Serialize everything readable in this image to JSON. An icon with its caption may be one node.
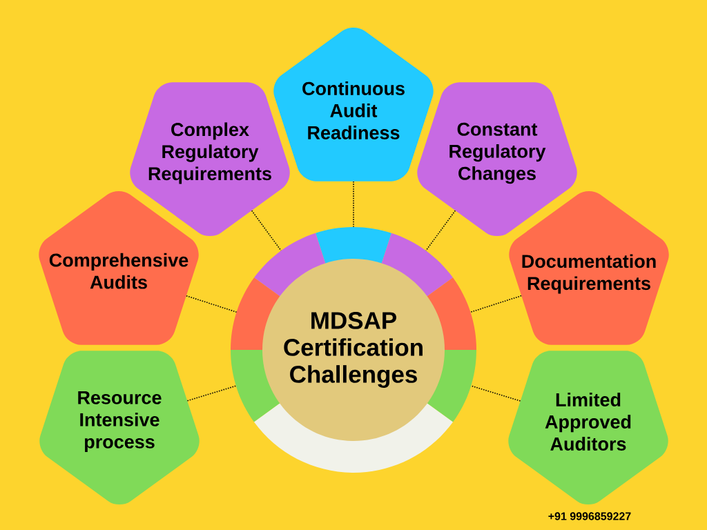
{
  "diagram": {
    "nodes": [
      {
        "text": [
          "Continuous Audit Readiness"
        ]
      },
      {
        "text": [
          "Complex Regulatory Requirements"
        ]
      },
      {
        "text": [
          "Constant Regulatory Changes"
        ]
      },
      {
        "text": [
          "Comprehensive Audits"
        ]
      },
      {
        "text": [
          "Documentation Requirements"
        ]
      },
      {
        "text": [
          "MDSAP Certification Challenges"
        ]
      },
      {
        "text": [
          "Resource Intensive process"
        ]
      },
      {
        "text": [
          "Limited Approved Auditors"
        ]
      }
    ],
    "edges": [
      {
        "from": 0,
        "to": 5,
        "arrow": "none"
      },
      {
        "from": 1,
        "to": 5,
        "arrow": "none"
      },
      {
        "from": 2,
        "to": 5,
        "arrow": "none"
      },
      {
        "from": 3,
        "to": 5,
        "arrow": "none"
      },
      {
        "from": 4,
        "to": 5,
        "arrow": "none"
      },
      {
        "from": 6,
        "to": 5,
        "arrow": "none"
      },
      {
        "from": 7,
        "to": 5,
        "arrow": "none"
      }
    ],
    "labels": [
      "+91 9996859227"
    ]
  }
}
